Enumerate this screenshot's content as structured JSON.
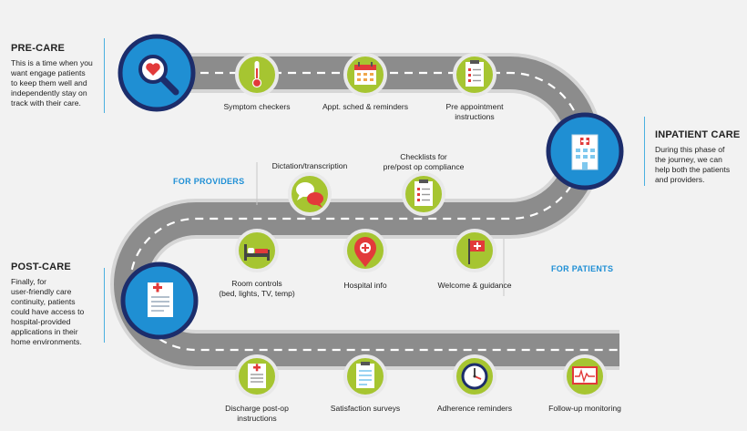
{
  "phases": {
    "precare": {
      "title": "PRE-CARE",
      "desc": [
        "This is a time when you",
        "want engage patients",
        "to keep them well and",
        "independently stay on",
        "track with their care."
      ]
    },
    "inpatient": {
      "title": "INPATIENT CARE",
      "desc": [
        "During this phase of",
        "the journey, we can",
        "help both the patients",
        "and providers."
      ]
    },
    "postcare": {
      "title": "POST-CARE",
      "desc": [
        "Finally, for",
        "user-friendly care",
        "continuity, patients",
        "could have access to",
        "hospital-provided",
        "applications in their",
        "home environments."
      ]
    }
  },
  "groups": {
    "providers": "FOR PROVIDERS",
    "patients": "FOR PATIENTS"
  },
  "items": {
    "symptom": [
      "Symptom checkers"
    ],
    "appt": [
      "Appt. sched & reminders"
    ],
    "preappt": [
      "Pre appointment",
      "instructions"
    ],
    "dictation": [
      "Dictation/transcription"
    ],
    "checklists": [
      "Checklists for",
      "pre/post op compliance"
    ],
    "room": [
      "Room controls",
      "(bed, lights, TV, temp)"
    ],
    "hospital": [
      "Hospital info"
    ],
    "welcome": [
      "Welcome & guidance"
    ],
    "discharge": [
      "Discharge post-op",
      "instructions"
    ],
    "satisfaction": [
      "Satisfaction surveys"
    ],
    "adherence": [
      "Adherence reminders"
    ],
    "followup": [
      "Follow-up monitoring"
    ]
  },
  "colors": {
    "road": "#8c8c8c",
    "road_border": "#d6d6d6",
    "phase_circle": "#1f8fd3",
    "phase_ring": "#1c2d6b",
    "item_circle": "#a6c531",
    "accent": "#1e8fd5"
  }
}
